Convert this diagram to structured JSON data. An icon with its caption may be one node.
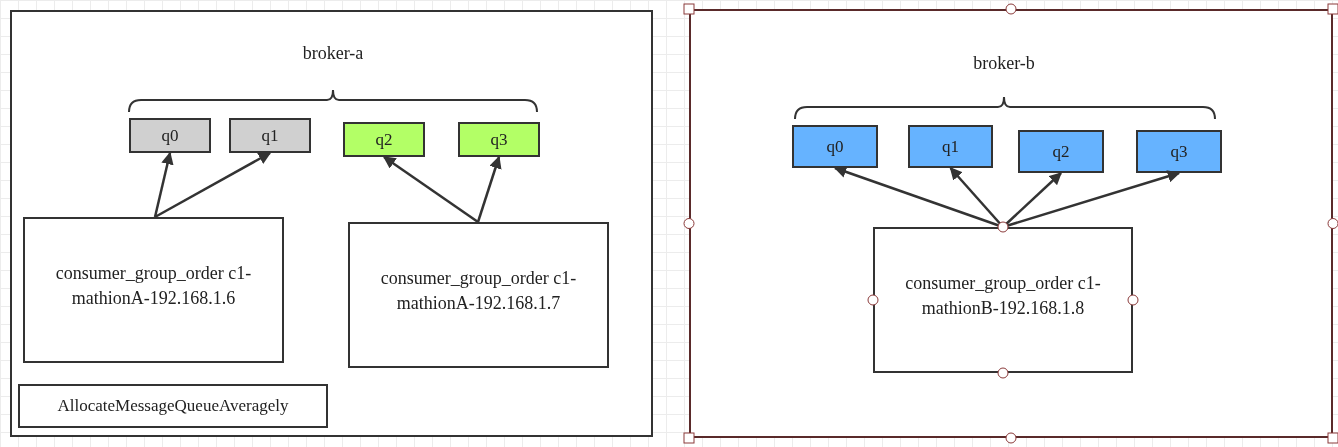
{
  "diagram": {
    "nodes": [
      {
        "text": [],
        "shape": "box"
      },
      {
        "text": [
          "q0"
        ],
        "in": 0
      },
      {
        "text": [
          "q1"
        ],
        "in": 0
      },
      {
        "text": [
          "q2"
        ],
        "in": 0
      },
      {
        "text": [
          "q3"
        ],
        "in": 0
      },
      {
        "text": [
          "consumer_group_order c1-mathionA-192.168.1.6"
        ],
        "in": 0
      },
      {
        "text": [
          "consumer_group_order c1-mathionA-192.168.1.7"
        ],
        "in": 0
      },
      {
        "text": [
          "AllocateMessageQueueAveragely"
        ],
        "in": 0
      },
      {
        "text": [],
        "shape": "box"
      },
      {
        "text": [
          "q0"
        ],
        "in": 8
      },
      {
        "text": [
          "q1"
        ],
        "in": 8
      },
      {
        "text": [
          "q2"
        ],
        "in": 8
      },
      {
        "text": [
          "q3"
        ],
        "in": 8
      },
      {
        "text": [
          "consumer_group_order c1-mathionB-192.168.1.8"
        ],
        "in": 8
      }
    ],
    "edges": [
      {
        "from": 5,
        "to": 1,
        "arrow": "to"
      },
      {
        "from": 5,
        "to": 2,
        "arrow": "to"
      },
      {
        "from": 6,
        "to": 3,
        "arrow": "to"
      },
      {
        "from": 6,
        "to": 4,
        "arrow": "to"
      },
      {
        "from": 13,
        "to": 9,
        "arrow": "to"
      },
      {
        "from": 13,
        "to": 10,
        "arrow": "to"
      },
      {
        "from": 13,
        "to": 11,
        "arrow": "to"
      },
      {
        "from": 13,
        "to": 12,
        "arrow": "to"
      }
    ],
    "labels": [
      "broker-a",
      "broker-b"
    ]
  }
}
